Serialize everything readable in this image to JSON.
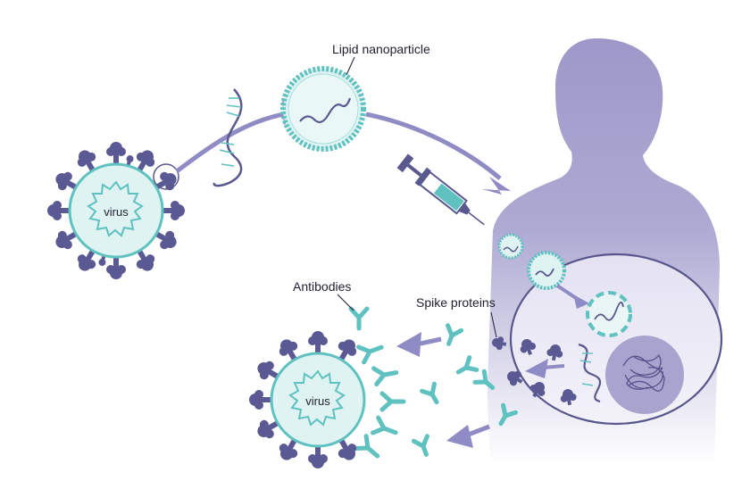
{
  "labels": {
    "lipid_nanoparticle": "Lipid nanoparticle",
    "antibodies": "Antibodies",
    "spike_proteins": "Spike proteins",
    "virus_top": "virus",
    "virus_bottom": "virus"
  },
  "colors": {
    "purple_dark": "#59588f",
    "purple_mid": "#8d89c2",
    "purple_light": "#c9c6e3",
    "teal": "#5fc1c0",
    "teal_light": "#dff3f3",
    "body_top": "#9d98c9",
    "nucleus": "#a9a4cf",
    "arrow": "#8f8bc4"
  }
}
